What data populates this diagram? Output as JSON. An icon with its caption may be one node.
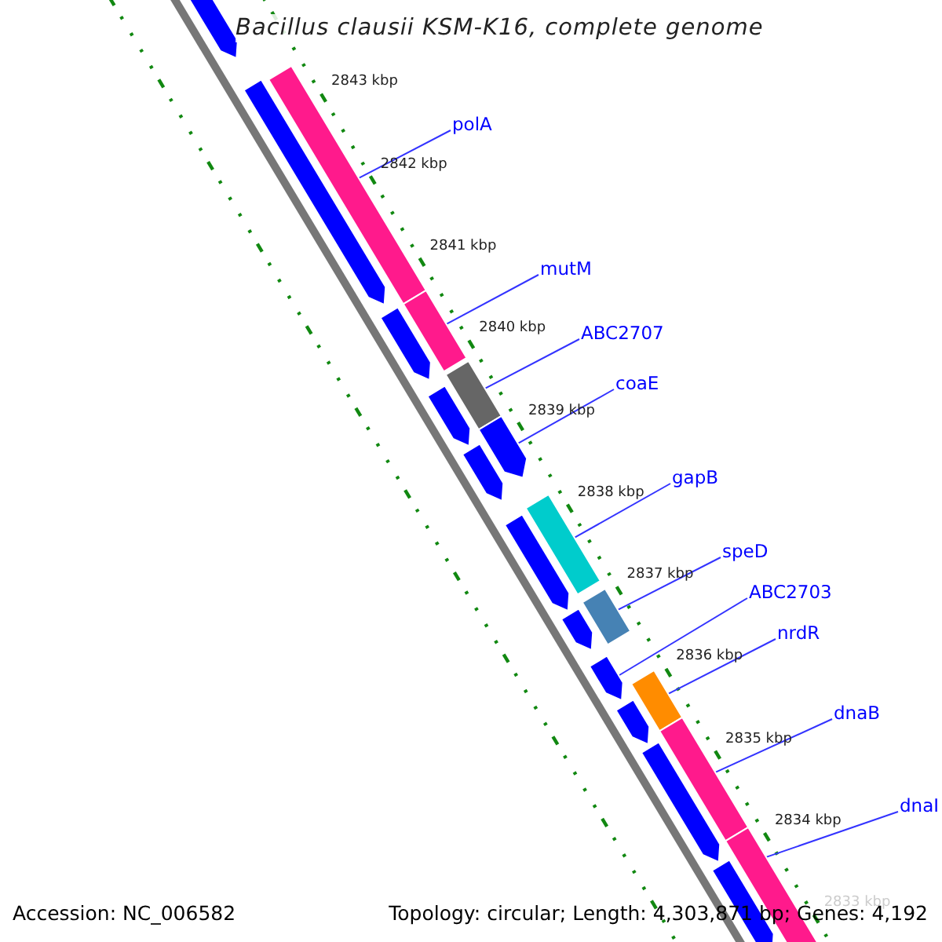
{
  "diagram": {
    "title": "Bacillus clausii KSM-K16, complete genome",
    "nodes": [
      {
        "text": [
          "polA"
        ]
      },
      {
        "text": [
          "mutM"
        ]
      },
      {
        "text": [
          "ABC2707"
        ]
      },
      {
        "text": [
          "coaE"
        ]
      },
      {
        "text": [
          "gapB"
        ]
      },
      {
        "text": [
          "speD"
        ]
      },
      {
        "text": [
          "ABC2703"
        ]
      },
      {
        "text": [
          "nrdR"
        ]
      },
      {
        "text": [
          "dnaB"
        ]
      },
      {
        "text": [
          "dnaI"
        ]
      },
      {
        "text": [],
        "shape": "pentagon"
      },
      {
        "text": [],
        "shape": "bar"
      },
      {
        "text": [],
        "shape": "pentagon"
      },
      {
        "text": [],
        "shape": "bar"
      },
      {
        "text": [],
        "shape": "pentagon"
      },
      {
        "text": [],
        "shape": "bar"
      },
      {
        "text": [],
        "shape": "pentagon"
      },
      {
        "text": [],
        "shape": "pentagon"
      },
      {
        "text": [],
        "shape": "pentagon"
      },
      {
        "text": [],
        "shape": "bar"
      },
      {
        "text": [],
        "shape": "pentagon"
      },
      {
        "text": [],
        "shape": "bar"
      },
      {
        "text": [],
        "shape": "pentagon"
      },
      {
        "text": [],
        "shape": "pentagon"
      },
      {
        "text": [],
        "shape": "bar"
      },
      {
        "text": [],
        "shape": "pentagon"
      },
      {
        "text": [],
        "shape": "bar"
      },
      {
        "text": [],
        "shape": "pentagon"
      },
      {
        "text": [],
        "shape": "bar"
      },
      {
        "text": [],
        "shape": "pentagon"
      }
    ],
    "edges": [
      {
        "from": 0,
        "to": 11,
        "arrow": "none"
      },
      {
        "from": 1,
        "to": 13,
        "arrow": "none"
      },
      {
        "from": 2,
        "to": 15,
        "arrow": "none"
      },
      {
        "from": 3,
        "to": 17,
        "arrow": "none"
      },
      {
        "from": 4,
        "to": 19,
        "arrow": "none"
      },
      {
        "from": 5,
        "to": 21,
        "arrow": "none"
      },
      {
        "from": 6,
        "to": 23,
        "arrow": "none"
      },
      {
        "from": 7,
        "to": 24,
        "arrow": "none"
      },
      {
        "from": 8,
        "to": 26,
        "arrow": "none"
      },
      {
        "from": 9,
        "to": 28,
        "arrow": "none"
      }
    ],
    "labels": [
      "2843 kbp",
      "2842 kbp",
      "2841 kbp",
      "2840 kbp",
      "2839 kbp",
      "2838 kbp",
      "2837 kbp",
      "2836 kbp",
      "2835 kbp",
      "2834 kbp",
      "2833 kbp",
      "Accession: NC_006582",
      "Topology: circular; Length: 4,303,871 bp; Genes: 4,192"
    ]
  }
}
